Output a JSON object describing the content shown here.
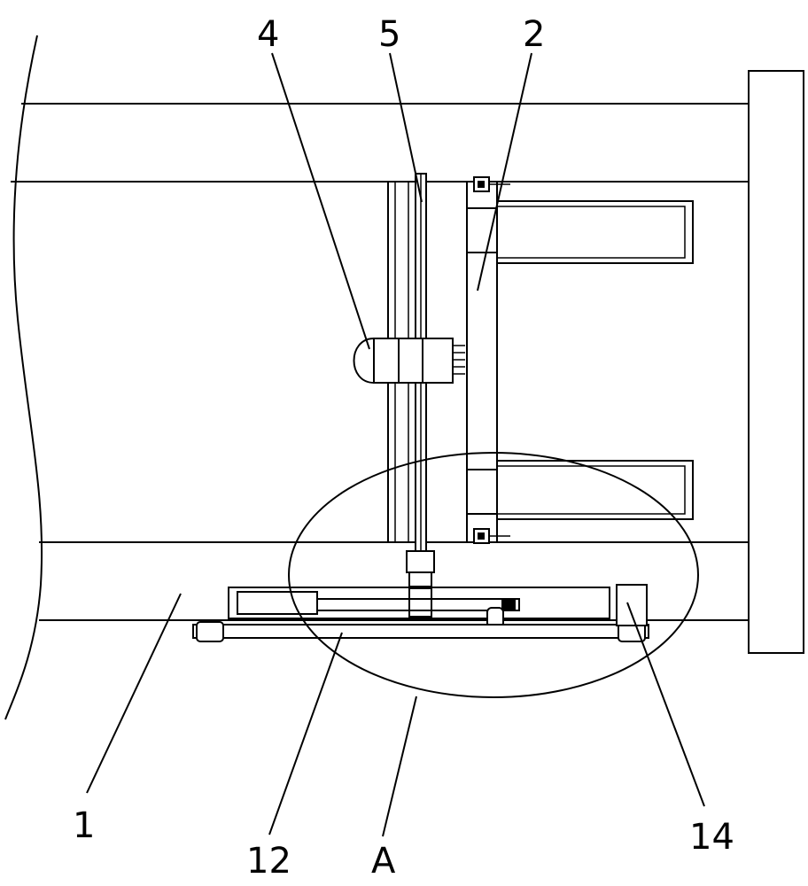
{
  "labels": {
    "l4": "4",
    "l5": "5",
    "l2": "2",
    "l1": "1",
    "l12": "12",
    "lA": "A",
    "l14": "14"
  }
}
